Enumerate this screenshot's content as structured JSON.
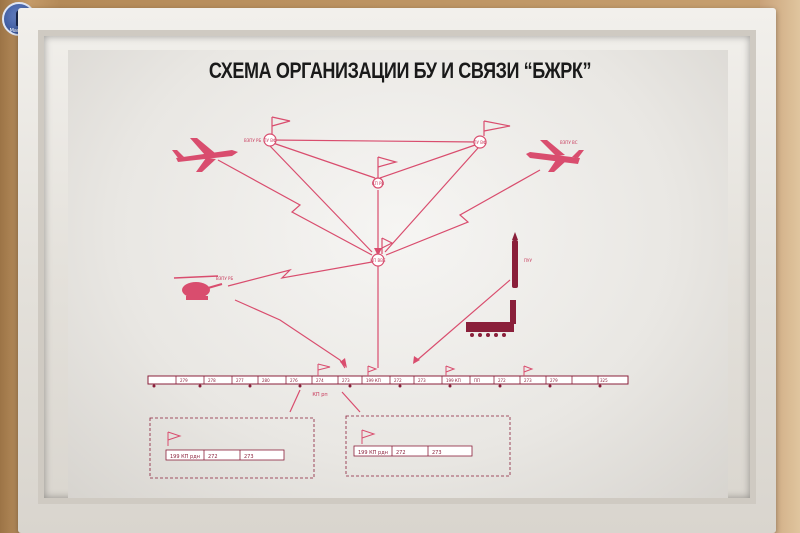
{
  "badge": {
    "text": "Mars 2!"
  },
  "poster": {
    "title": "СХЕМА ОРГАНИЗАЦИИ БУ И СВЯЗИ “БЖРК”",
    "nodes": {
      "left_top_flag": "ПУ ВФ",
      "right_top_flag": "ПУ ВФ",
      "center_flag": "КП РВ",
      "hub_flag": "КП ВВЕ",
      "plane_left": "ВЗПУ РБ",
      "plane_right": "ВЗПУ ВС",
      "helicopter": "ВЗПУ РБ",
      "missile": "ПУУ"
    },
    "train": {
      "cars": [
        "279",
        "278",
        "277",
        "280",
        "276",
        "274",
        "273",
        "199 КП",
        "272",
        "273",
        "199 КП",
        "ПП",
        "272",
        "273",
        "279",
        "325"
      ],
      "label_below": "КП рп"
    },
    "box_left": {
      "cells": [
        "199 КП рдн",
        "272",
        "273"
      ]
    },
    "box_right": {
      "cells": [
        "199 КП рдн",
        "272",
        "273"
      ]
    }
  }
}
